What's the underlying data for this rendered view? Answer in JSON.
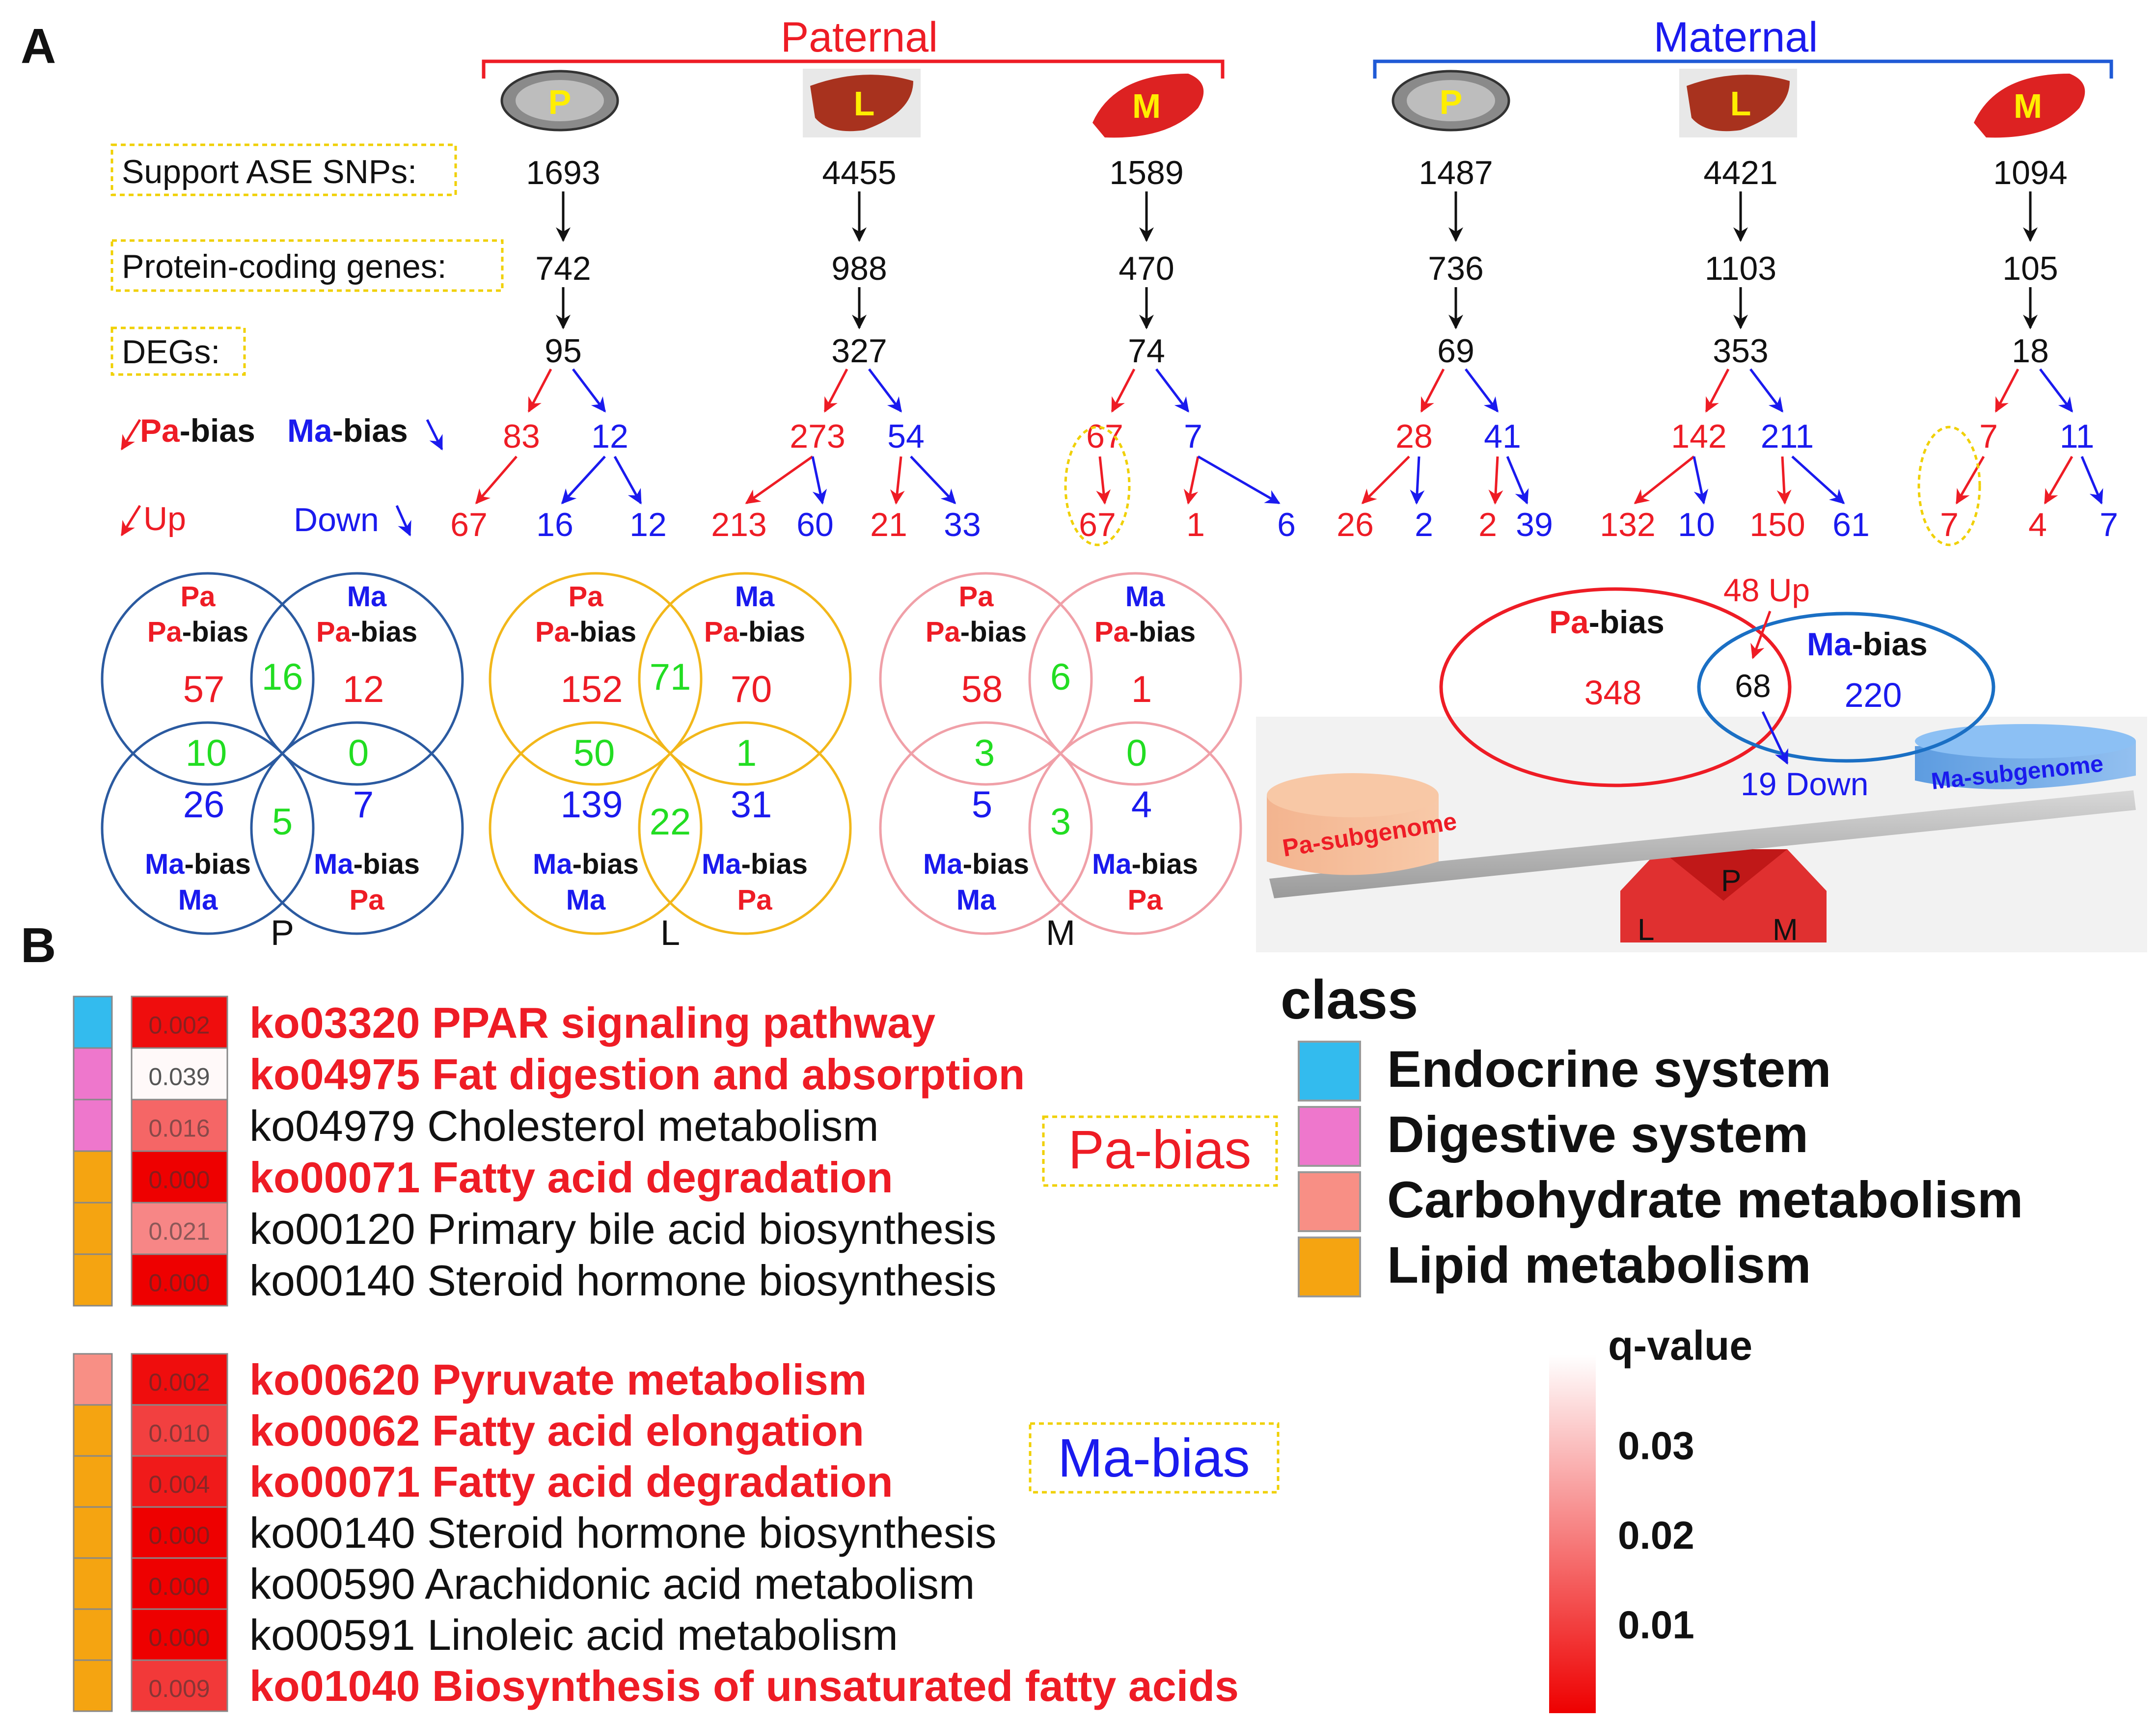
{
  "panel_labels": {
    "a": "A",
    "b": "B"
  },
  "colors": {
    "red": "#ee1c25",
    "blue": "#1a1aee",
    "green": "#22dd22",
    "black": "#111111",
    "endocrine": "#33bbee",
    "digestive": "#ee77cc",
    "carbohydrate": "#f88f85",
    "lipid": "#f5a411"
  },
  "panelA": {
    "paternal_label": "Paternal",
    "maternal_label": "Maternal",
    "tissue_icons": [
      "P",
      "L",
      "M",
      "P",
      "L",
      "M"
    ],
    "row_labels": {
      "snps": "Support ASE SNPs:",
      "genes": "Protein-coding genes:",
      "degs": "DEGs:",
      "pa_bias": "Pa",
      "pa_bias_suffix": "-bias",
      "ma_bias": "Ma",
      "ma_bias_suffix": "-bias",
      "up": "Up",
      "down": "Down"
    },
    "columns": [
      {
        "snps": "1693",
        "genes": "742",
        "degs": "95",
        "pa": "83",
        "ma": "12",
        "leaves": [
          "67",
          "16",
          "12"
        ]
      },
      {
        "snps": "4455",
        "genes": "988",
        "degs": "327",
        "pa": "273",
        "ma": "54",
        "leaves": [
          "213",
          "60",
          "21",
          "33"
        ]
      },
      {
        "snps": "1589",
        "genes": "470",
        "degs": "74",
        "pa": "67",
        "ma": "7",
        "leaves": [
          "67",
          "1",
          "6"
        ]
      },
      {
        "snps": "1487",
        "genes": "736",
        "degs": "69",
        "pa": "28",
        "ma": "41",
        "leaves": [
          "26",
          "2",
          "2",
          "39"
        ]
      },
      {
        "snps": "4421",
        "genes": "1103",
        "degs": "353",
        "pa": "142",
        "ma": "211",
        "leaves": [
          "132",
          "10",
          "150",
          "61"
        ]
      },
      {
        "snps": "1094",
        "genes": "105",
        "degs": "18",
        "pa": "7",
        "ma": "11",
        "leaves": [
          "7",
          "4",
          "7"
        ]
      }
    ],
    "venn_words": {
      "pa": "Pa",
      "ma": "Ma",
      "bias": "-bias"
    },
    "venns": [
      {
        "label": "P",
        "color": "#2b5aa0",
        "tl": "57",
        "tr": "12",
        "bl": "26",
        "br": "7",
        "top": "16",
        "left": "10",
        "right": "0",
        "bottom": "5"
      },
      {
        "label": "L",
        "color": "#f2b71a",
        "tl": "152",
        "tr": "70",
        "bl": "139",
        "br": "31",
        "top": "71",
        "left": "50",
        "right": "1",
        "bottom": "22"
      },
      {
        "label": "M",
        "color": "#f0a0a8",
        "tl": "58",
        "tr": "1",
        "bl": "5",
        "br": "4",
        "top": "6",
        "left": "3",
        "right": "0",
        "bottom": "3"
      }
    ],
    "balance": {
      "pa_bias_prefix": "Pa",
      "pa_bias_suffix": "-bias",
      "pa_value": "348",
      "ma_bias_prefix": "Ma",
      "ma_bias_suffix": "-bias",
      "ma_value": "220",
      "overlap": "68",
      "up_label": "48 Up",
      "down_label": "19 Down",
      "pa_subgenome": "Pa-subgenome",
      "ma_subgenome": "Ma-subgenome",
      "fulcrum": [
        "P",
        "L",
        "M"
      ]
    }
  },
  "panelB": {
    "pa_group_label": "Pa-bias",
    "ma_group_label": "Ma-bias",
    "pa_rows": [
      {
        "class": "Endocrine system",
        "q": "0.002",
        "qval": 0.002,
        "label": "ko03320 PPAR signaling pathway",
        "highlight": true
      },
      {
        "class": "Digestive system",
        "q": "0.039",
        "qval": 0.039,
        "label": "ko04975 Fat digestion and absorption",
        "highlight": true
      },
      {
        "class": "Digestive system",
        "q": "0.016",
        "qval": 0.016,
        "label": "ko04979 Cholesterol metabolism",
        "highlight": false
      },
      {
        "class": "Lipid metabolism",
        "q": "0.000",
        "qval": 0.0,
        "label": "ko00071 Fatty acid degradation",
        "highlight": true
      },
      {
        "class": "Lipid metabolism",
        "q": "0.021",
        "qval": 0.021,
        "label": "ko00120 Primary bile acid biosynthesis",
        "highlight": false
      },
      {
        "class": "Lipid metabolism",
        "q": "0.000",
        "qval": 0.0,
        "label": "ko00140 Steroid hormone biosynthesis",
        "highlight": false
      }
    ],
    "ma_rows": [
      {
        "class": "Carbohydrate metabolism",
        "q": "0.002",
        "qval": 0.002,
        "label": "ko00620 Pyruvate metabolism",
        "highlight": true
      },
      {
        "class": "Lipid metabolism",
        "q": "0.010",
        "qval": 0.01,
        "label": "ko00062 Fatty acid elongation",
        "highlight": true
      },
      {
        "class": "Lipid metabolism",
        "q": "0.004",
        "qval": 0.004,
        "label": "ko00071 Fatty acid degradation",
        "highlight": true
      },
      {
        "class": "Lipid metabolism",
        "q": "0.000",
        "qval": 0.0,
        "label": "ko00140 Steroid hormone biosynthesis",
        "highlight": false
      },
      {
        "class": "Lipid metabolism",
        "q": "0.000",
        "qval": 0.0,
        "label": "ko00590 Arachidonic acid metabolism",
        "highlight": false
      },
      {
        "class": "Lipid metabolism",
        "q": "0.000",
        "qval": 0.0,
        "label": "ko00591 Linoleic acid metabolism",
        "highlight": false
      },
      {
        "class": "Lipid metabolism",
        "q": "0.009",
        "qval": 0.009,
        "label": "ko01040 Biosynthesis of unsaturated fatty acids",
        "highlight": true
      }
    ],
    "class_legend": {
      "title": "class",
      "items": [
        {
          "name": "Endocrine system",
          "color": "#33bbee"
        },
        {
          "name": "Digestive system",
          "color": "#ee77cc"
        },
        {
          "name": "Carbohydrate metabolism",
          "color": "#f88f85"
        },
        {
          "name": "Lipid metabolism",
          "color": "#f5a411"
        }
      ]
    },
    "qvalue_legend": {
      "title": "q-value",
      "ticks": [
        "0.03",
        "0.02",
        "0.01"
      ],
      "tick_values": [
        0.03,
        0.02,
        0.01
      ],
      "range": [
        0.0,
        0.04
      ]
    }
  }
}
